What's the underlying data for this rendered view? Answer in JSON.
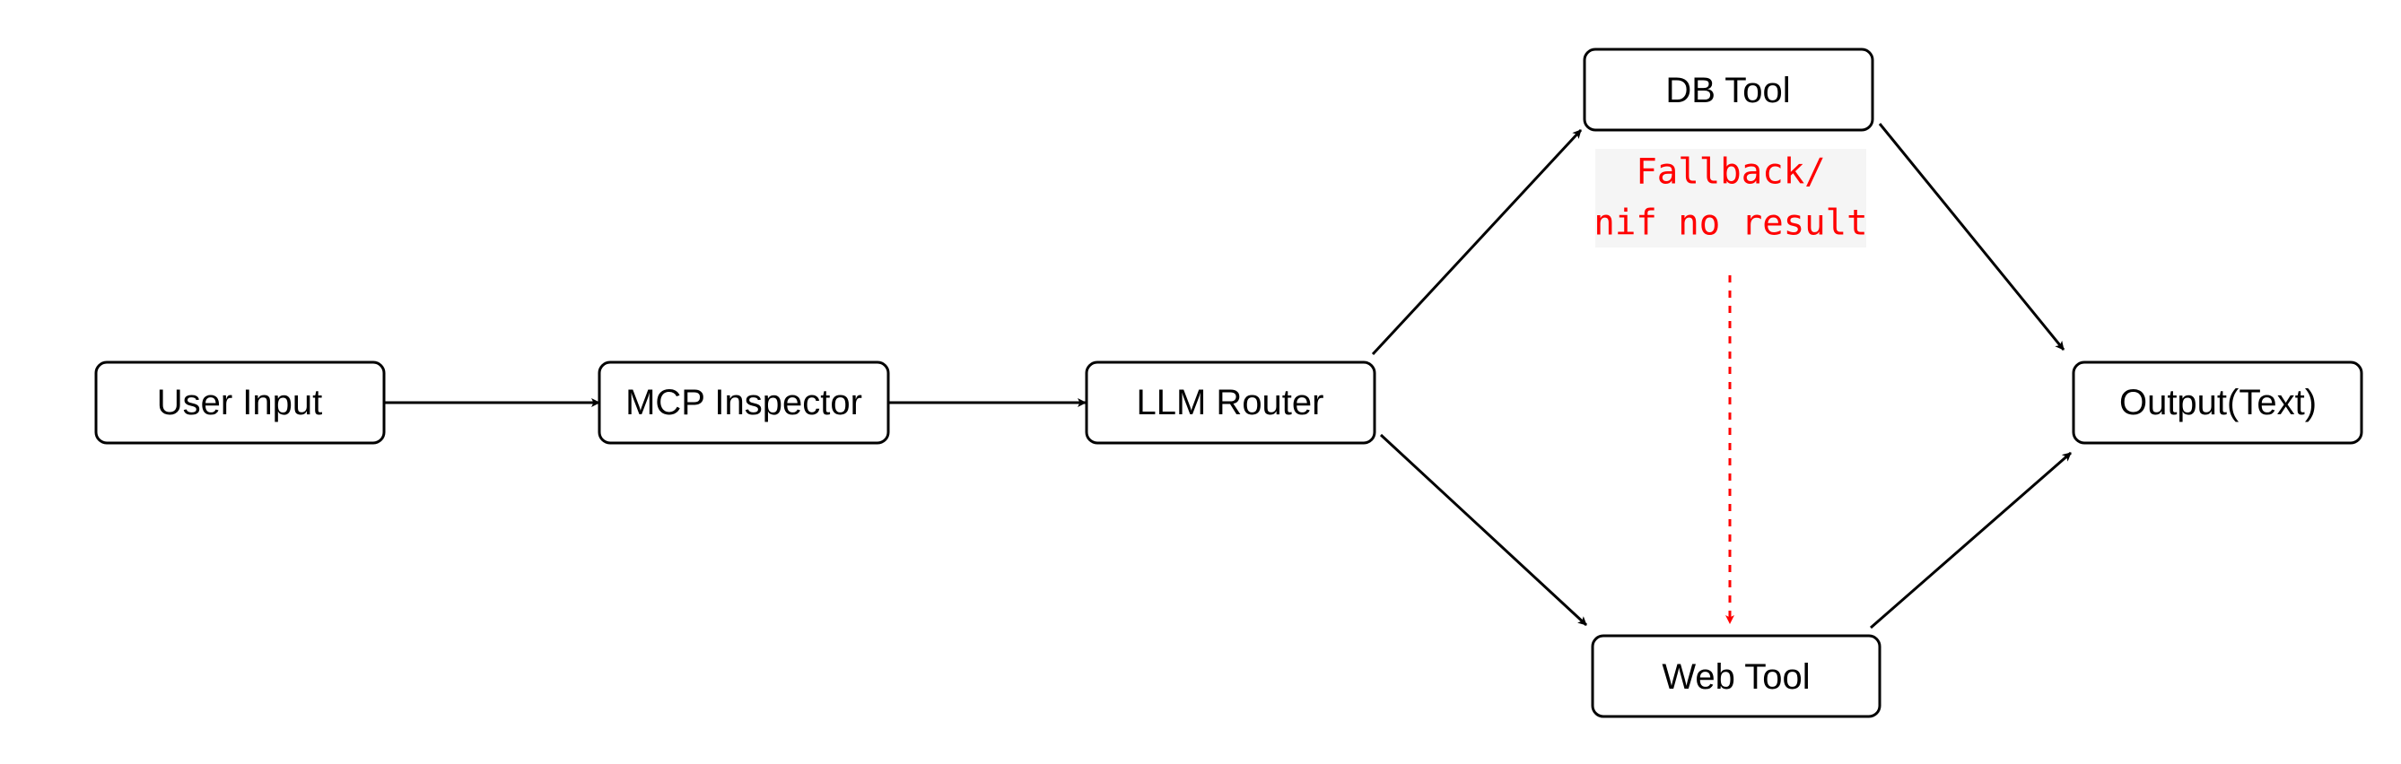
{
  "nodes": {
    "user_input": "User Input",
    "mcp_inspector": "MCP Inspector",
    "llm_router": "LLM Router",
    "db_tool": "DB Tool",
    "web_tool": "Web Tool",
    "output": "Output(Text)"
  },
  "fallback_note": {
    "line1": "Fallback/",
    "line2": "nif no result"
  },
  "colors": {
    "edge": "#000000",
    "fallback": "#ff0000",
    "note_background": "#f5f5f5"
  }
}
